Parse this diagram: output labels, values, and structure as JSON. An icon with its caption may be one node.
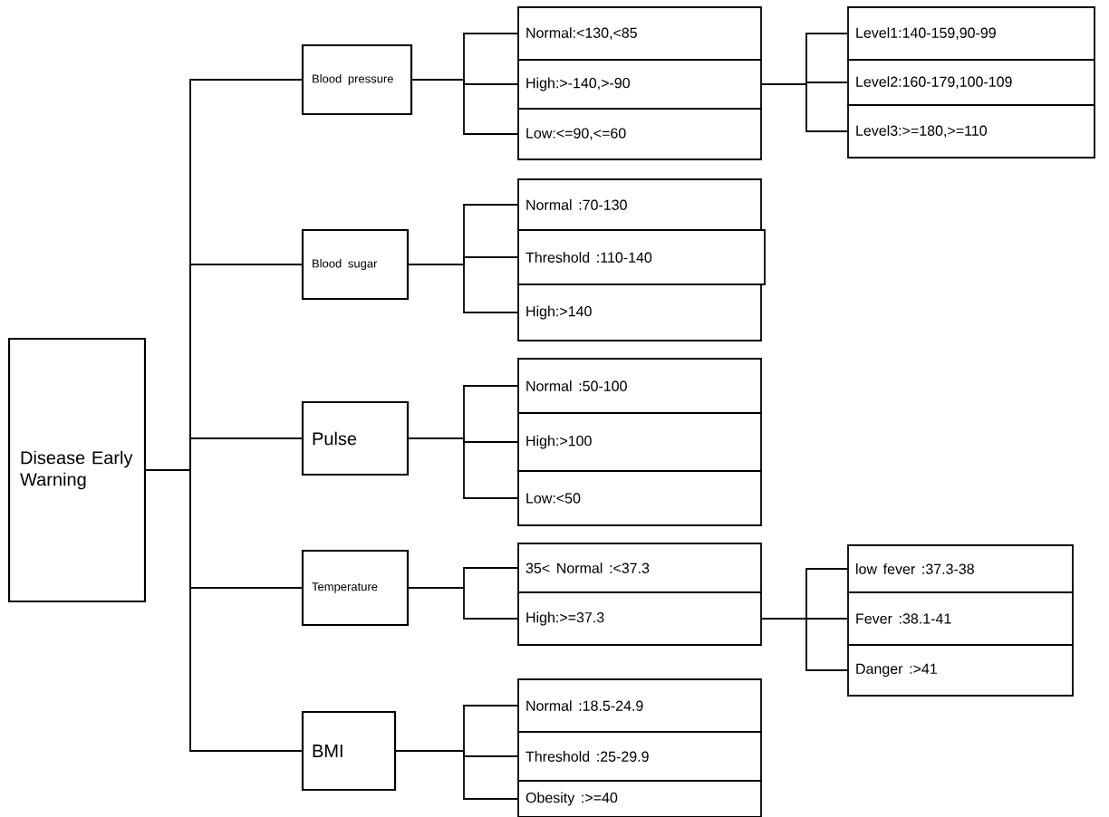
{
  "diagram": {
    "nodes": [
      {
        "text": [
          "Disease Early Warning"
        ]
      },
      {
        "text": [
          "Blood pressure"
        ]
      },
      {
        "text": [
          "Normal:<130,<85"
        ]
      },
      {
        "text": [
          "High:>-140,>-90"
        ]
      },
      {
        "text": [
          "Low:<=90,<=60"
        ]
      },
      {
        "text": [
          "Level1:140-159,90-99"
        ]
      },
      {
        "text": [
          "Level2:160-179,100-109"
        ]
      },
      {
        "text": [
          "Level3:>=180,>=110"
        ]
      },
      {
        "text": [
          "Blood sugar"
        ]
      },
      {
        "text": [
          "Normal :70-130"
        ]
      },
      {
        "text": [
          "Threshold :110-140"
        ]
      },
      {
        "text": [
          "High:>140"
        ]
      },
      {
        "text": [
          "Pulse"
        ]
      },
      {
        "text": [
          "Normal :50-100"
        ]
      },
      {
        "text": [
          "High:>100"
        ]
      },
      {
        "text": [
          "Low:<50"
        ]
      },
      {
        "text": [
          "Temperature"
        ]
      },
      {
        "text": [
          "35< Normal :<37.3"
        ]
      },
      {
        "text": [
          "High:>=37.3"
        ]
      },
      {
        "text": [
          "low fever :37.3-38"
        ]
      },
      {
        "text": [
          "Fever :38.1-41"
        ]
      },
      {
        "text": [
          "Danger :>41"
        ]
      },
      {
        "text": [
          "BMI"
        ]
      },
      {
        "text": [
          "Normal :18.5-24.9"
        ]
      },
      {
        "text": [
          "Threshold :25-29.9"
        ]
      },
      {
        "text": [
          "Obesity :>=40"
        ]
      }
    ],
    "edges": [
      {
        "from": 0,
        "to": 1,
        "arrow": "none"
      },
      {
        "from": 0,
        "to": 8,
        "arrow": "none"
      },
      {
        "from": 0,
        "to": 12,
        "arrow": "none"
      },
      {
        "from": 0,
        "to": 16,
        "arrow": "none"
      },
      {
        "from": 0,
        "to": 22,
        "arrow": "none"
      },
      {
        "from": 1,
        "to": 2,
        "arrow": "none"
      },
      {
        "from": 1,
        "to": 3,
        "arrow": "none"
      },
      {
        "from": 1,
        "to": 4,
        "arrow": "none"
      },
      {
        "from": 3,
        "to": 5,
        "arrow": "none"
      },
      {
        "from": 3,
        "to": 6,
        "arrow": "none"
      },
      {
        "from": 3,
        "to": 7,
        "arrow": "none"
      },
      {
        "from": 8,
        "to": 9,
        "arrow": "none"
      },
      {
        "from": 8,
        "to": 10,
        "arrow": "none"
      },
      {
        "from": 8,
        "to": 11,
        "arrow": "none"
      },
      {
        "from": 12,
        "to": 13,
        "arrow": "none"
      },
      {
        "from": 12,
        "to": 14,
        "arrow": "none"
      },
      {
        "from": 12,
        "to": 15,
        "arrow": "none"
      },
      {
        "from": 16,
        "to": 17,
        "arrow": "none"
      },
      {
        "from": 16,
        "to": 18,
        "arrow": "none"
      },
      {
        "from": 18,
        "to": 19,
        "arrow": "none"
      },
      {
        "from": 18,
        "to": 20,
        "arrow": "none"
      },
      {
        "from": 18,
        "to": 21,
        "arrow": "none"
      },
      {
        "from": 22,
        "to": 23,
        "arrow": "none"
      },
      {
        "from": 22,
        "to": 24,
        "arrow": "none"
      },
      {
        "from": 22,
        "to": 25,
        "arrow": "none"
      }
    ]
  }
}
